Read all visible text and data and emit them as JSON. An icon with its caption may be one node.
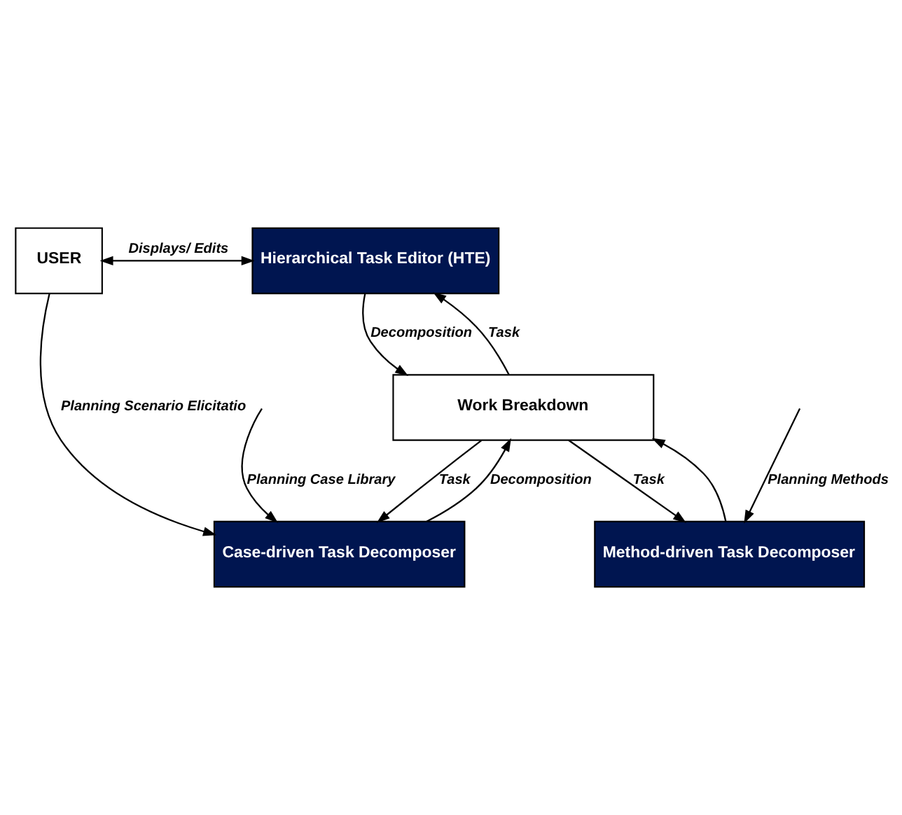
{
  "diagram": {
    "nodes": [
      {
        "text": [
          "Hierarchical Task Editor (HTE)"
        ]
      },
      {
        "text": [
          "USER"
        ]
      },
      {
        "text": [
          "Work Breakdown"
        ]
      },
      {
        "text": [
          "Case-driven Task Decomposer"
        ]
      },
      {
        "text": [
          "Method-driven Task Decomposer"
        ]
      }
    ],
    "edges": [
      {
        "from": 1,
        "to": 0,
        "arrow": "both",
        "label": "Displays/ Edits"
      },
      {
        "from": 0,
        "to": 2,
        "arrow": "to",
        "label": "Decomposition"
      },
      {
        "from": 2,
        "to": 0,
        "arrow": "to",
        "label": "Task"
      },
      {
        "from": 2,
        "to": 3,
        "arrow": "to",
        "label": "Task"
      },
      {
        "from": 3,
        "to": 2,
        "arrow": "to",
        "label": "Decomposition"
      },
      {
        "from": 4,
        "to": 2,
        "arrow": "to"
      },
      {
        "from": 2,
        "to": 4,
        "arrow": "to",
        "label": "Task"
      },
      {
        "from": 1,
        "to": 3,
        "arrow": "to",
        "label": "Planning Scenario Elicitatio"
      },
      {
        "from": null,
        "to": 3,
        "arrow": "to",
        "label": "Planning Case Library"
      },
      {
        "from": null,
        "to": 4,
        "arrow": "to",
        "label": "Planning Methods"
      }
    ]
  }
}
